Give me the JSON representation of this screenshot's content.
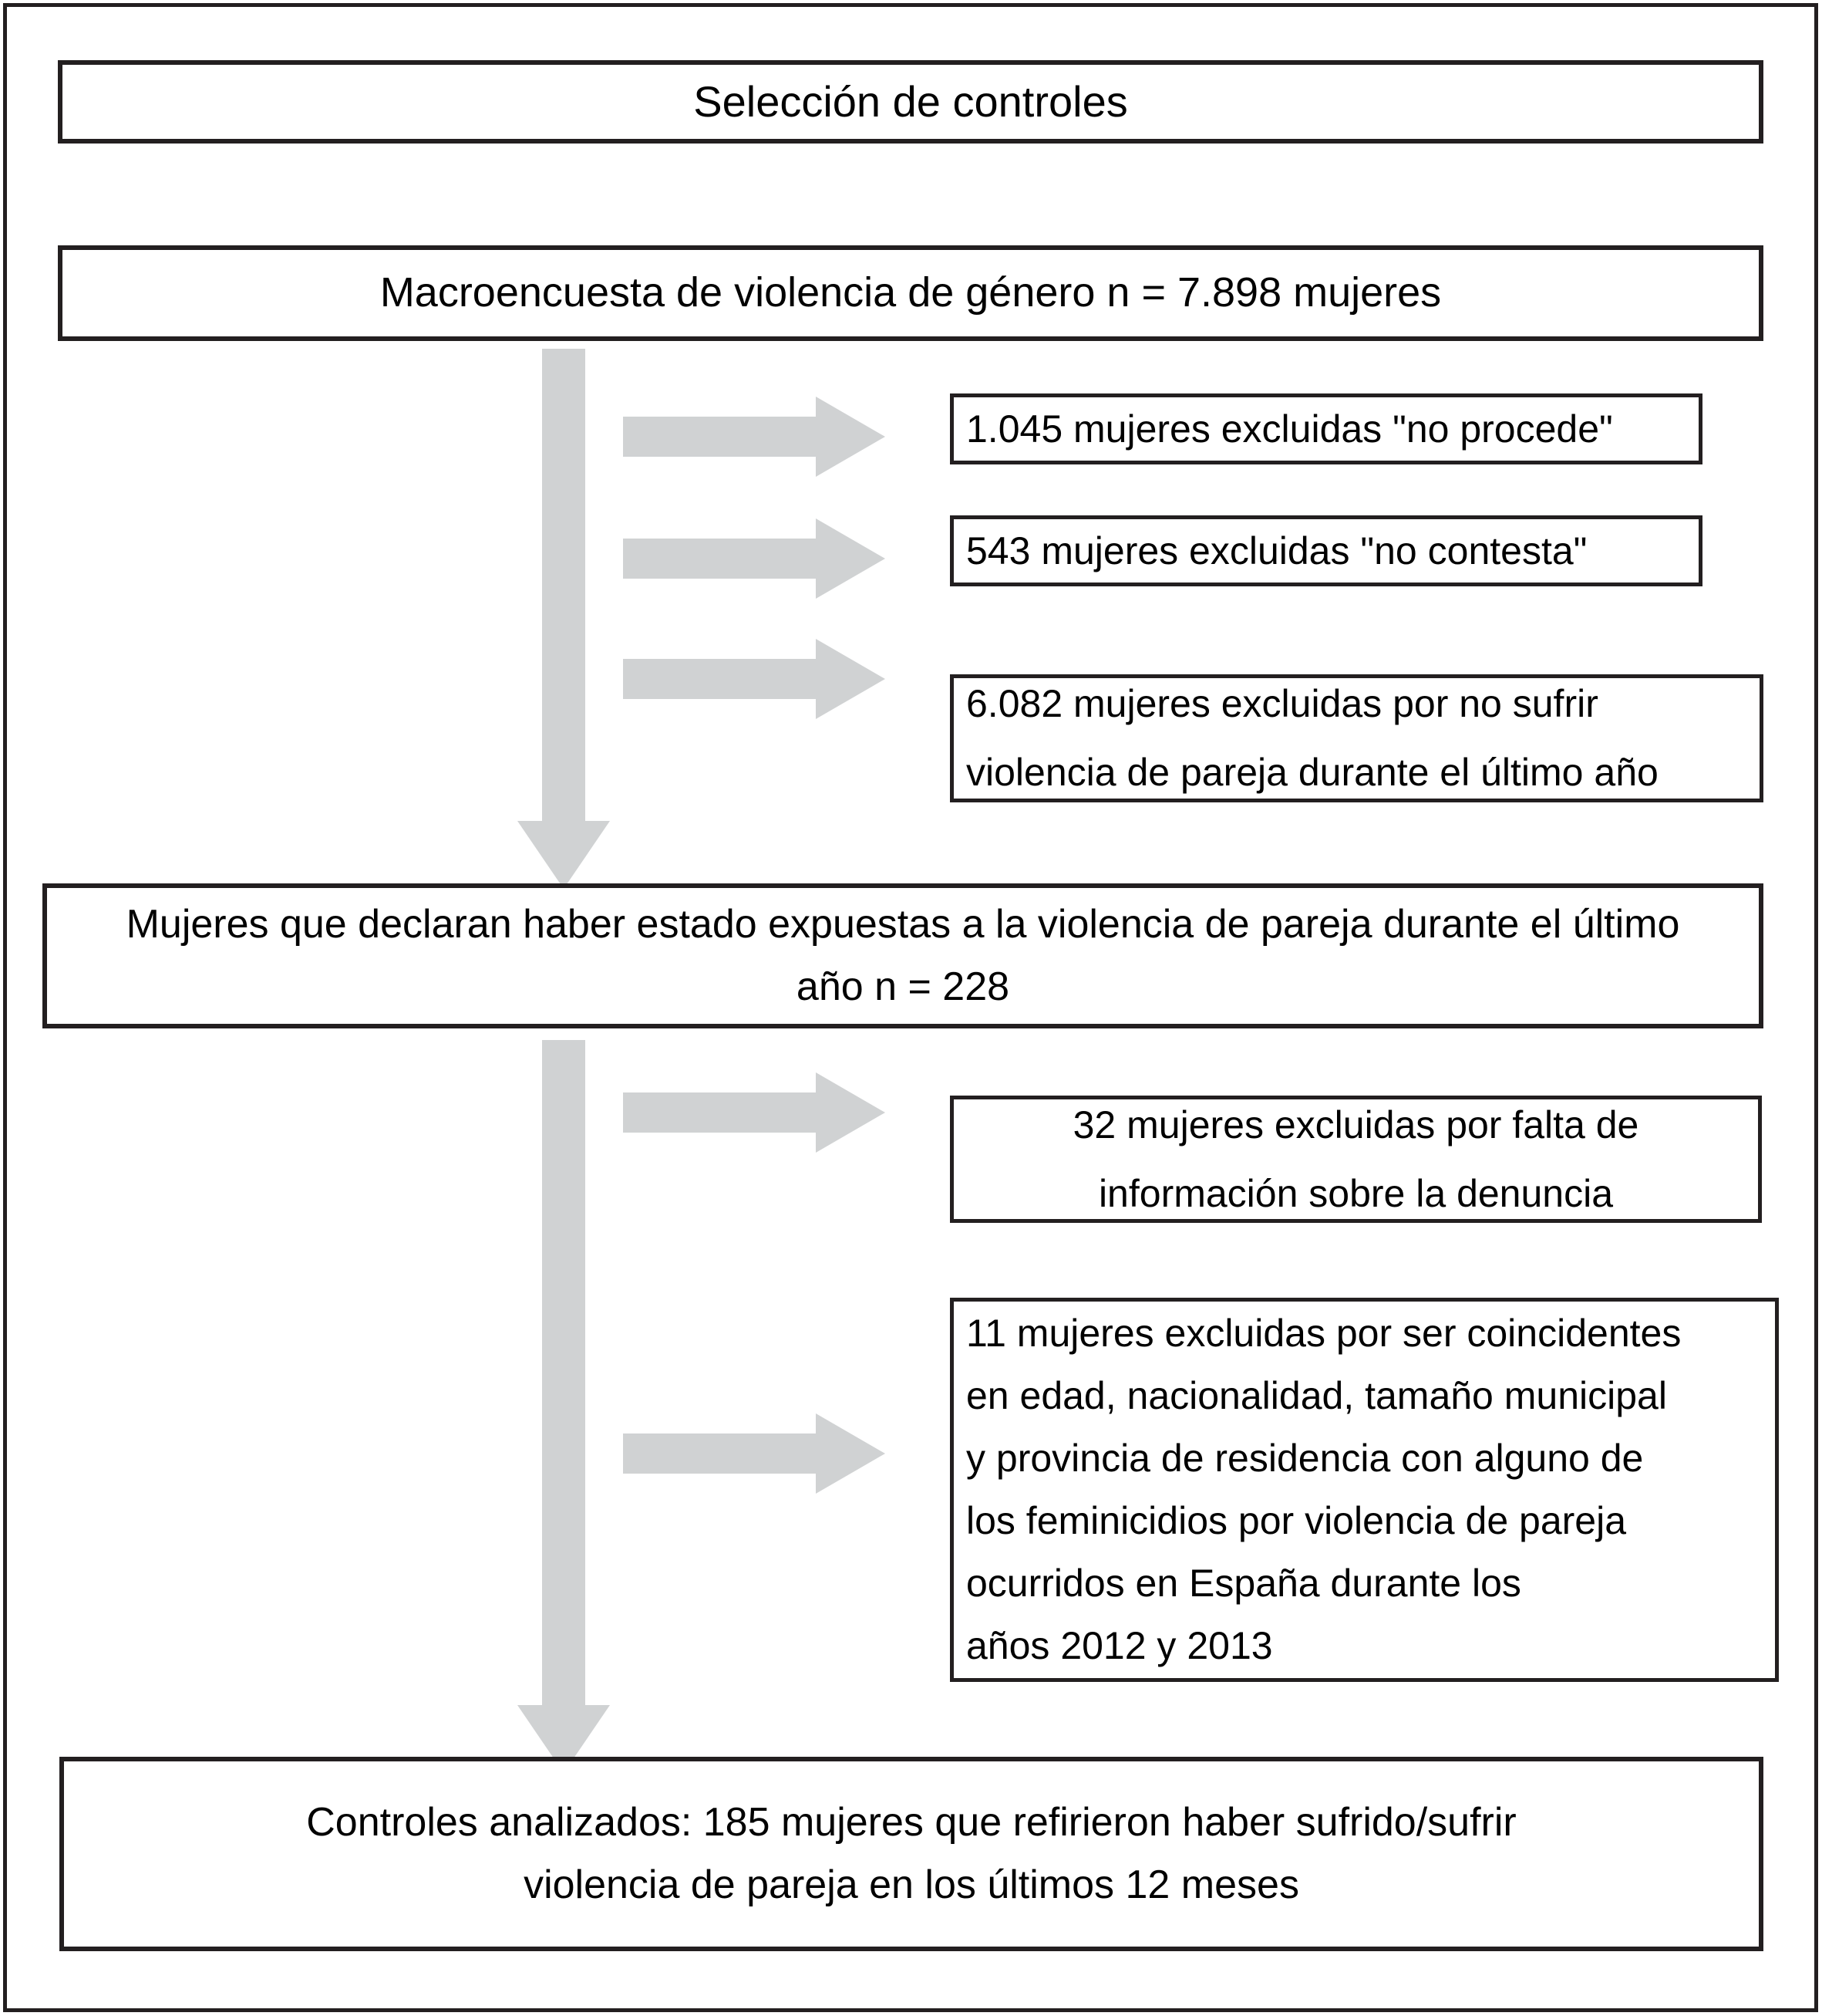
{
  "figure": {
    "title": "Selección de controles",
    "flow_type": "flowchart",
    "accent_gray": "#d0d2d3",
    "border_color": "#231f20",
    "background": "#ffffff"
  },
  "nodes": {
    "title_box": {
      "label": "Selección de controles"
    },
    "source_box": {
      "label": "Macroencuesta de violencia de género n = 7.898 mujeres",
      "n": 7898
    },
    "mid_box": {
      "label": "Mujeres que declaran haber estado expuestas a la violencia de pareja durante el último\naño n = 228",
      "n": 228
    },
    "final_box": {
      "label": "Controles analizados: 185 mujeres que refirieron haber sufrido/sufrir\nviolencia de pareja en los últimos 12 meses",
      "n": 185
    }
  },
  "exclusions": [
    {
      "id": "excl-no-procede",
      "label": "1.045 mujeres excluidas \"no procede\"",
      "count": 1045,
      "align": "left"
    },
    {
      "id": "excl-no-contesta",
      "label": "543 mujeres excluidas \"no contesta\"",
      "count": 543,
      "align": "left"
    },
    {
      "id": "excl-sin-violencia",
      "label": "6.082 mujeres excluidas por no sufrir\nviolencia de pareja durante el último año",
      "count": 6082,
      "align": "left"
    },
    {
      "id": "excl-falta-informacion",
      "label": "32 mujeres excluidas por falta de\ninformación sobre la denuncia",
      "count": 32,
      "align": "center"
    },
    {
      "id": "excl-coincidentes",
      "label": "11 mujeres excluidas por ser coincidentes\nen edad, nacionalidad, tamaño municipal\ny provincia de residencia con alguno de\nlos feminicidios por violencia de pareja\nocurridos en España durante los\naños 2012 y 2013",
      "count": 11,
      "align": "left"
    }
  ],
  "connectors": {
    "down_arrow_1": "down-arrow-icon",
    "down_arrow_2": "down-arrow-icon",
    "right_arrow_1": "right-arrow-icon",
    "right_arrow_2": "right-arrow-icon",
    "right_arrow_3": "right-arrow-icon",
    "right_arrow_4": "right-arrow-icon",
    "right_arrow_5": "right-arrow-icon"
  }
}
